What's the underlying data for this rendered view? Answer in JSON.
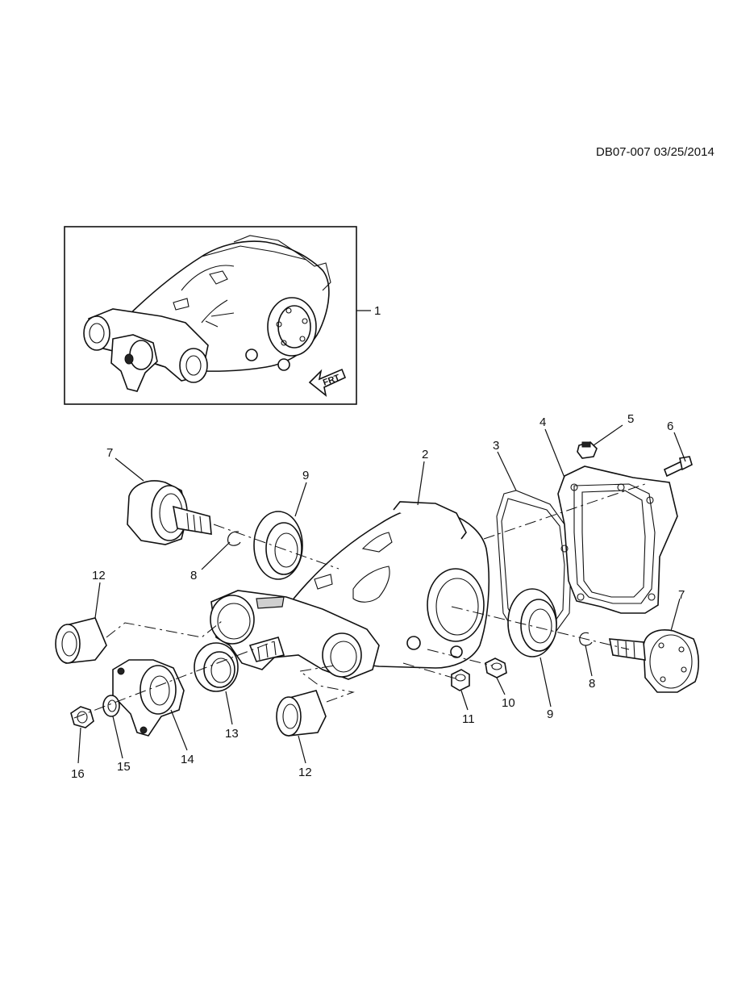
{
  "diagram_ref": "DB07-007 03/25/2014",
  "front_indicator": "FRT",
  "callouts": {
    "c1": "1",
    "c2": "2",
    "c3": "3",
    "c4": "4",
    "c5": "5",
    "c6": "6",
    "c7a": "7",
    "c7b": "7",
    "c8a": "8",
    "c8b": "8",
    "c9a": "9",
    "c9b": "9",
    "c10": "10",
    "c11": "11",
    "c12a": "12",
    "c12b": "12",
    "c13": "13",
    "c14": "14",
    "c15": "15",
    "c16": "16"
  }
}
